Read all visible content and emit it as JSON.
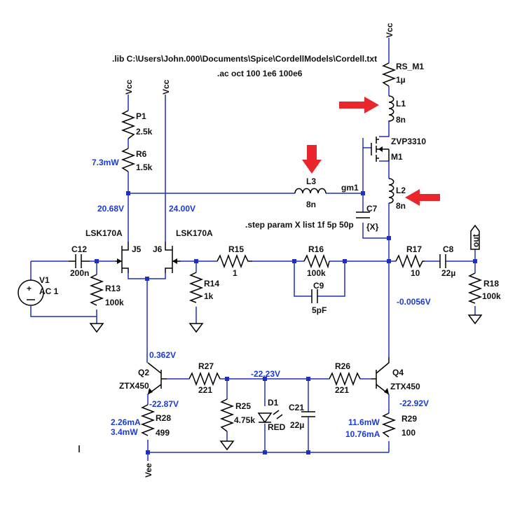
{
  "directives": {
    "lib": ".lib C:\\Users\\John.000\\Documents\\Spice\\CordellModels\\Cordell.txt",
    "ac": ".ac oct 100 1e6 100e6",
    "step": ".step param X list 1f 5p 50p"
  },
  "nets": {
    "vcc": "Vcc",
    "vee": "Vee",
    "out": "out",
    "gm1": "gm1"
  },
  "components": {
    "rs_m1": {
      "name": "RS_M1",
      "value": "1µ"
    },
    "l1": {
      "name": "L1",
      "value": "8n"
    },
    "m1": {
      "name": "M1",
      "model": "ZVP3310"
    },
    "l2": {
      "name": "L2",
      "value": "8n"
    },
    "c7": {
      "name": "C7",
      "value": "{X}"
    },
    "l3": {
      "name": "L3",
      "value": "8n"
    },
    "p1": {
      "name": "P1",
      "value": "2.5k"
    },
    "r6": {
      "name": "R6",
      "value": "1.5k"
    },
    "j5": {
      "name": "J5",
      "model": "LSK170A"
    },
    "j6": {
      "name": "J6",
      "model": "LSK170A"
    },
    "c12": {
      "name": "C12",
      "value": "200n"
    },
    "v1": {
      "name": "V1",
      "value": "AC 1"
    },
    "r13": {
      "name": "R13",
      "value": "100k"
    },
    "r14": {
      "name": "R14",
      "value": "1k"
    },
    "r15": {
      "name": "R15",
      "value": "1"
    },
    "r16": {
      "name": "R16",
      "value": "100k"
    },
    "c9": {
      "name": "C9",
      "value": "5pF"
    },
    "r17": {
      "name": "R17",
      "value": "10"
    },
    "c8": {
      "name": "C8",
      "value": "22µ"
    },
    "r18": {
      "name": "R18",
      "value": "100k"
    },
    "q2": {
      "name": "Q2",
      "model": "ZTX450"
    },
    "q4": {
      "name": "Q4",
      "model": "ZTX450"
    },
    "r27": {
      "name": "R27",
      "value": "221"
    },
    "r26": {
      "name": "R26",
      "value": "221"
    },
    "r25": {
      "name": "R25",
      "value": "4.75k"
    },
    "d1": {
      "name": "D1",
      "model": "RED"
    },
    "c21": {
      "name": "C21",
      "value": "22µ"
    },
    "r28": {
      "name": "R28",
      "value": "499"
    },
    "r29": {
      "name": "R29",
      "value": "100"
    }
  },
  "annotations": {
    "p_r6": "7.3mW",
    "v_j5_drain": "20.68V",
    "v_j6_drain": "24.00V",
    "v_out_node": "-0.0056V",
    "v_q2_collector": "0.362V",
    "v_bias": "-22.23V",
    "v_q2_emitter": "-22.87V",
    "v_q4_emitter": "-22.92V",
    "i_r28": "2.26mA",
    "p_r28": "3.4mW",
    "p_q4": "11.6mW",
    "i_r29": "10.76mA"
  }
}
